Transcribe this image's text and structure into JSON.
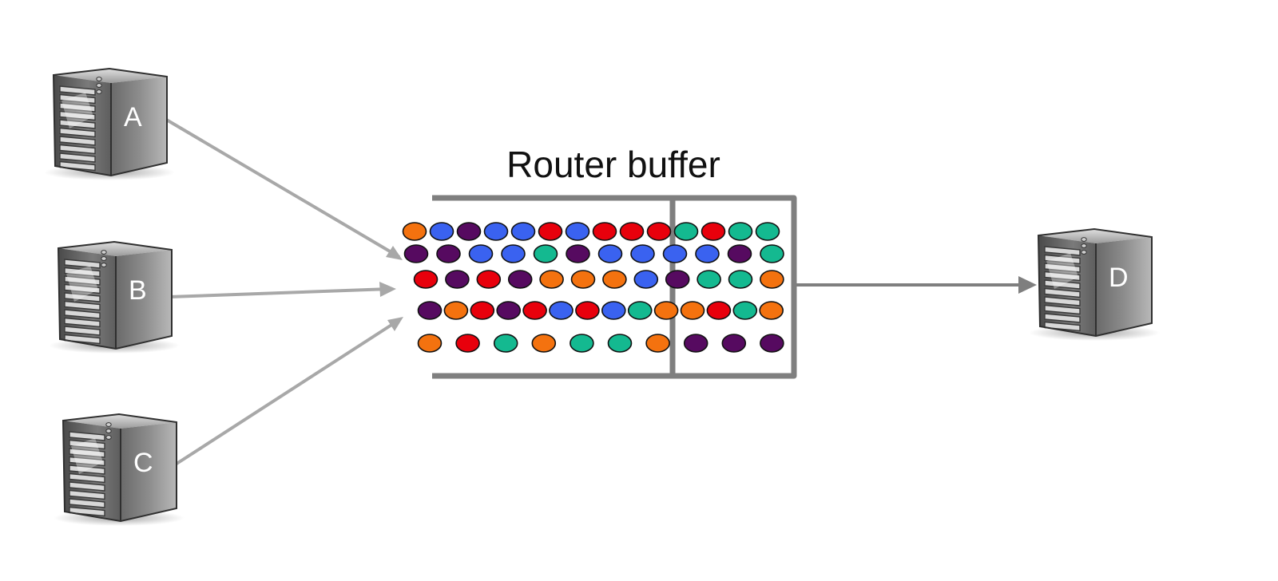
{
  "diagram": {
    "title": "Router buffer",
    "servers": [
      {
        "id": "A",
        "label": "A"
      },
      {
        "id": "B",
        "label": "B"
      },
      {
        "id": "C",
        "label": "C"
      },
      {
        "id": "D",
        "label": "D"
      }
    ],
    "colors": {
      "orange": "#F4720F",
      "blue": "#3A62F0",
      "purple": "#560A60",
      "red": "#E8000C",
      "teal": "#14B990",
      "arrow_in": "#A8A8A8",
      "arrow_out": "#7F7F7F",
      "buffer_wall": "#7F7F7F"
    },
    "packet_rows": [
      [
        "orange",
        "blue",
        "purple",
        "blue",
        "blue",
        "red",
        "blue",
        "red",
        "red",
        "red",
        "teal",
        "red",
        "teal",
        "teal"
      ],
      [
        "purple",
        "purple",
        "blue",
        "blue",
        "teal",
        "purple",
        "blue",
        "blue",
        "blue",
        "blue",
        "purple",
        "teal"
      ],
      [
        "red",
        "purple",
        "red",
        "purple",
        "orange",
        "orange",
        "orange",
        "blue",
        "purple",
        "teal",
        "teal",
        "orange"
      ],
      [
        "purple",
        "orange",
        "red",
        "purple",
        "red",
        "blue",
        "red",
        "blue",
        "teal",
        "orange",
        "orange",
        "red",
        "teal",
        "orange"
      ],
      [
        "orange",
        "red",
        "teal",
        "orange",
        "teal",
        "teal",
        "orange",
        "purple",
        "purple",
        "purple"
      ]
    ]
  }
}
